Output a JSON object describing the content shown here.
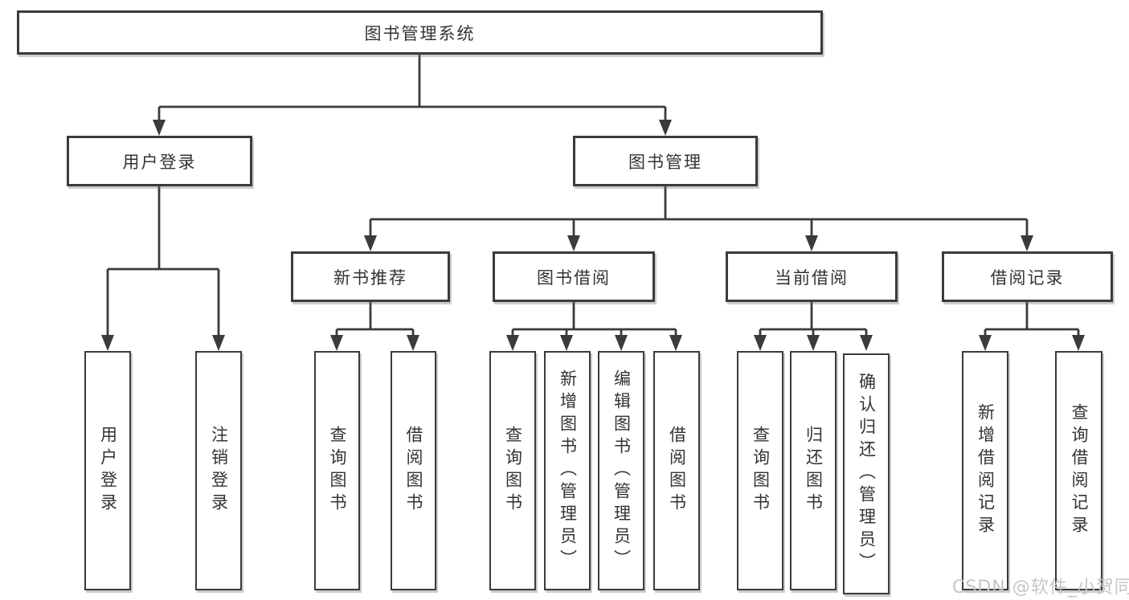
{
  "root": {
    "label": "图书管理系统"
  },
  "branches": [
    {
      "label": "用户登录",
      "leaves": [
        {
          "label": "用户登录"
        },
        {
          "label": "注销登录"
        }
      ]
    },
    {
      "label": "图书管理",
      "groups": [
        {
          "label": "新书推荐",
          "leaves": [
            {
              "label": "查询图书"
            },
            {
              "label": "借阅图书"
            }
          ]
        },
        {
          "label": "图书借阅",
          "leaves": [
            {
              "label": "查询图书"
            },
            {
              "label": "新增图书（管理员）"
            },
            {
              "label": "编辑图书（管理员）"
            },
            {
              "label": "借阅图书"
            }
          ]
        },
        {
          "label": "当前借阅",
          "leaves": [
            {
              "label": "查询图书"
            },
            {
              "label": "归还图书"
            },
            {
              "label": "确认归还（管理员）"
            }
          ]
        },
        {
          "label": "借阅记录",
          "leaves": [
            {
              "label": "新增借阅记录"
            },
            {
              "label": "查询借阅记录"
            }
          ]
        }
      ]
    }
  ],
  "watermark": "CSDN @软件_小贺同学",
  "colors": {
    "line": "#3b3b3b",
    "text": "#333333",
    "watermark": "#c5c5c5",
    "background": "#ffffff"
  }
}
